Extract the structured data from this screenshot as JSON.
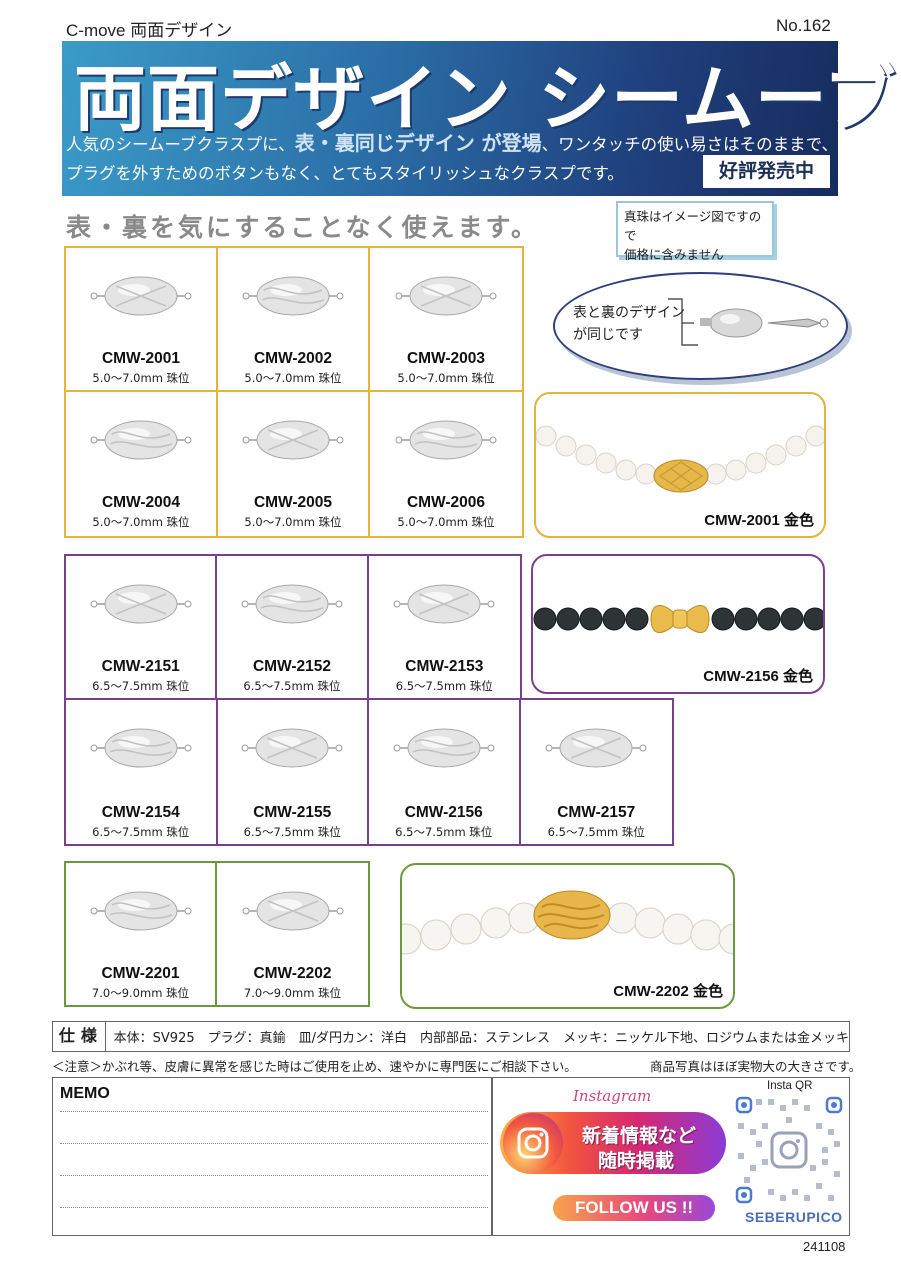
{
  "header": {
    "series": "C-move 両面デザイン",
    "number": "No.162"
  },
  "banner": {
    "title": "両面デザイン シームーブ",
    "line1_pre": "人気のシームーブクラスプに、",
    "line1_hl": "表・裏同じデザイン が登場",
    "line1_post": "、ワンタッチの使い易さはそのままで、",
    "line2": "プラグを外すためのボタンもなく、とてもスタイリッシュなクラスプです。",
    "badge": "好評発売中",
    "colors": {
      "gradient_start": "#3b9bc8",
      "gradient_end": "#172c5e"
    }
  },
  "subhead": "表・裏を気にすることなく使えます。",
  "note": [
    "真珠はイメージ図ですので",
    "価格に含みません"
  ],
  "diagram_text": [
    "表と裏のデザイン",
    "が同じです"
  ],
  "group_gold": {
    "border_color": "#e5b23a",
    "items": [
      {
        "code": "CMW-2001",
        "size": "5.0～7.0mm 珠位"
      },
      {
        "code": "CMW-2002",
        "size": "5.0～7.0mm 珠位"
      },
      {
        "code": "CMW-2003",
        "size": "5.0～7.0mm 珠位"
      },
      {
        "code": "CMW-2004",
        "size": "5.0～7.0mm 珠位"
      },
      {
        "code": "CMW-2005",
        "size": "5.0～7.0mm 珠位"
      },
      {
        "code": "CMW-2006",
        "size": "5.0～7.0mm 珠位"
      }
    ],
    "photo_caption": "CMW-2001 金色"
  },
  "group_purple": {
    "border_color": "#7b3f8c",
    "items": [
      {
        "code": "CMW-2151",
        "size": "6.5～7.5mm 珠位"
      },
      {
        "code": "CMW-2152",
        "size": "6.5～7.5mm 珠位"
      },
      {
        "code": "CMW-2153",
        "size": "6.5～7.5mm 珠位"
      },
      {
        "code": "CMW-2154",
        "size": "6.5～7.5mm 珠位"
      },
      {
        "code": "CMW-2155",
        "size": "6.5～7.5mm 珠位"
      },
      {
        "code": "CMW-2156",
        "size": "6.5～7.5mm 珠位"
      },
      {
        "code": "CMW-2157",
        "size": "6.5～7.5mm 珠位"
      }
    ],
    "photo_caption": "CMW-2156 金色"
  },
  "group_green": {
    "border_color": "#6a9a3c",
    "items": [
      {
        "code": "CMW-2201",
        "size": "7.0～9.0mm 珠位"
      },
      {
        "code": "CMW-2202",
        "size": "7.0～9.0mm 珠位"
      }
    ],
    "photo_caption": "CMW-2202 金色"
  },
  "spec": {
    "label": "仕様",
    "text": "本体：SV925　プラグ：真鍮　皿/ダ円カン：洋白　内部部品：ステンレス　メッキ：ニッケル下地、ロジウムまたは金メッキ"
  },
  "caution": "＜注意＞かぶれ等、皮膚に異常を感じた時はご使用を止め、速やかに専門医にご相談下さい。",
  "photo_note": "商品写真はほぼ実物大の大きさです。",
  "memo": {
    "title": "MEMO"
  },
  "instagram": {
    "brand": "Instagram",
    "message_line1": "新着情報など",
    "message_line2": "随時掲載",
    "follow": "FOLLOW US !!",
    "qr_label": "Insta QR",
    "account": "SEBERUPICO"
  },
  "date": "241108"
}
